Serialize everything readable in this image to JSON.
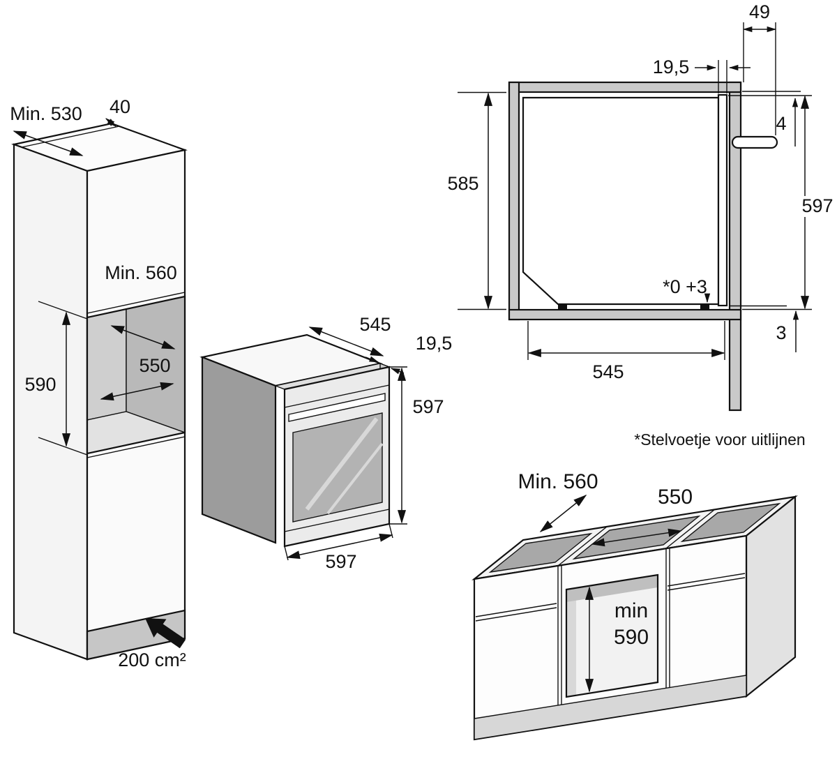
{
  "title": "Built-in oven installation dimensions diagram",
  "colors": {
    "line": "#111111",
    "panel_grey": "#c9c9c9",
    "side_dark": "#9c9c9c",
    "interior_grey": "#b9b9b9"
  },
  "tall_cabinet": {
    "depth_min": "Min. 530",
    "rear_gap": "40",
    "niche_depth_min": "Min. 560",
    "niche_width": "550",
    "niche_height": "590",
    "vent_area": "200 cm²"
  },
  "oven": {
    "depth": "545",
    "frame_overhang": "19,5",
    "height": "597",
    "width": "597"
  },
  "niche_side_view": {
    "handle_distance": "49",
    "frame_overhang": "19,5",
    "top_gap": "4",
    "inner_height": "585",
    "oven_height": "597",
    "levelling_range": "*0 +3",
    "bottom_gap": "3",
    "inner_depth": "545",
    "footnote": "*Stelvoetje voor uitlijnen"
  },
  "base_cabinet": {
    "niche_depth_min": "Min. 560",
    "niche_width": "550",
    "niche_height_prefix": "min",
    "niche_height": "590"
  }
}
